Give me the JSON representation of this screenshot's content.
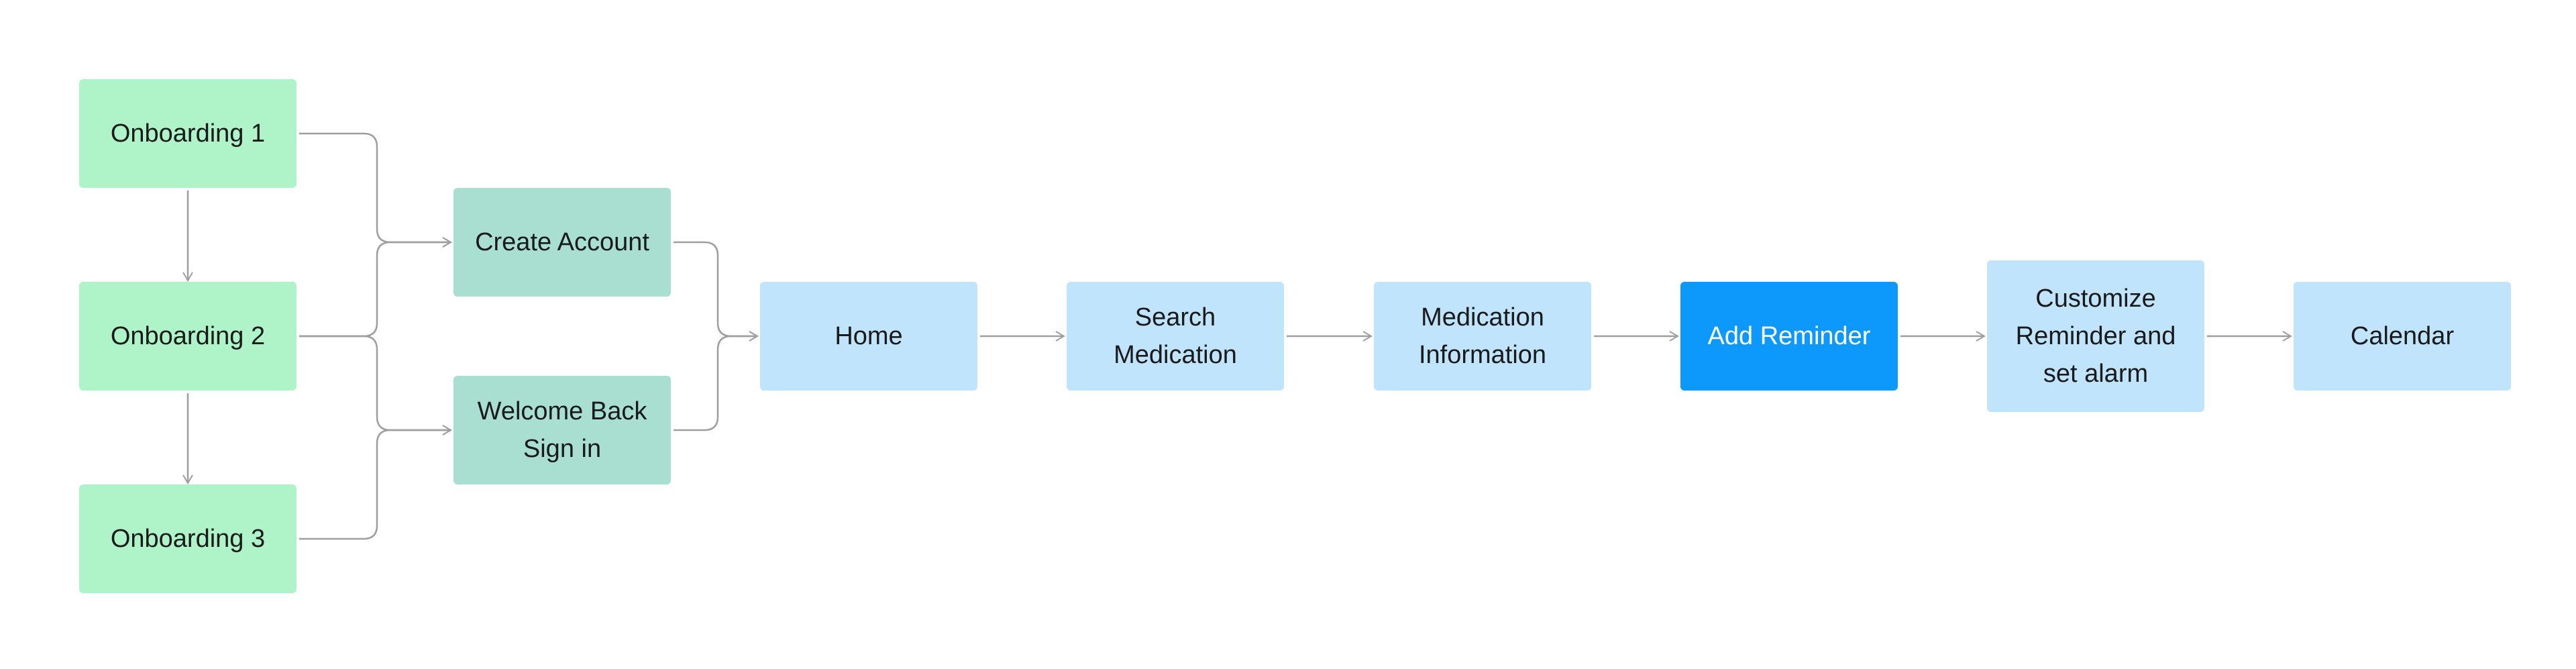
{
  "nodes": {
    "onboarding_1": "Onboarding 1",
    "onboarding_2": "Onboarding 2",
    "onboarding_3": "Onboarding 3",
    "create_account": "Create Account",
    "welcome_back": "Welcome Back\nSign in",
    "home": "Home",
    "search_medication": "Search\nMedication",
    "medication_information": "Medication\nInformation",
    "add_reminder": "Add Reminder",
    "customize_reminder": "Customize\nReminder and\nset alarm",
    "calendar": "Calendar"
  },
  "colors": {
    "onboarding": "#aef4c8",
    "auth": "#a8dfd1",
    "main_flow": "#bfe4fb",
    "highlight": "#0d99fb",
    "connector": "#9e9e9e"
  },
  "highlighted_node": "add_reminder"
}
